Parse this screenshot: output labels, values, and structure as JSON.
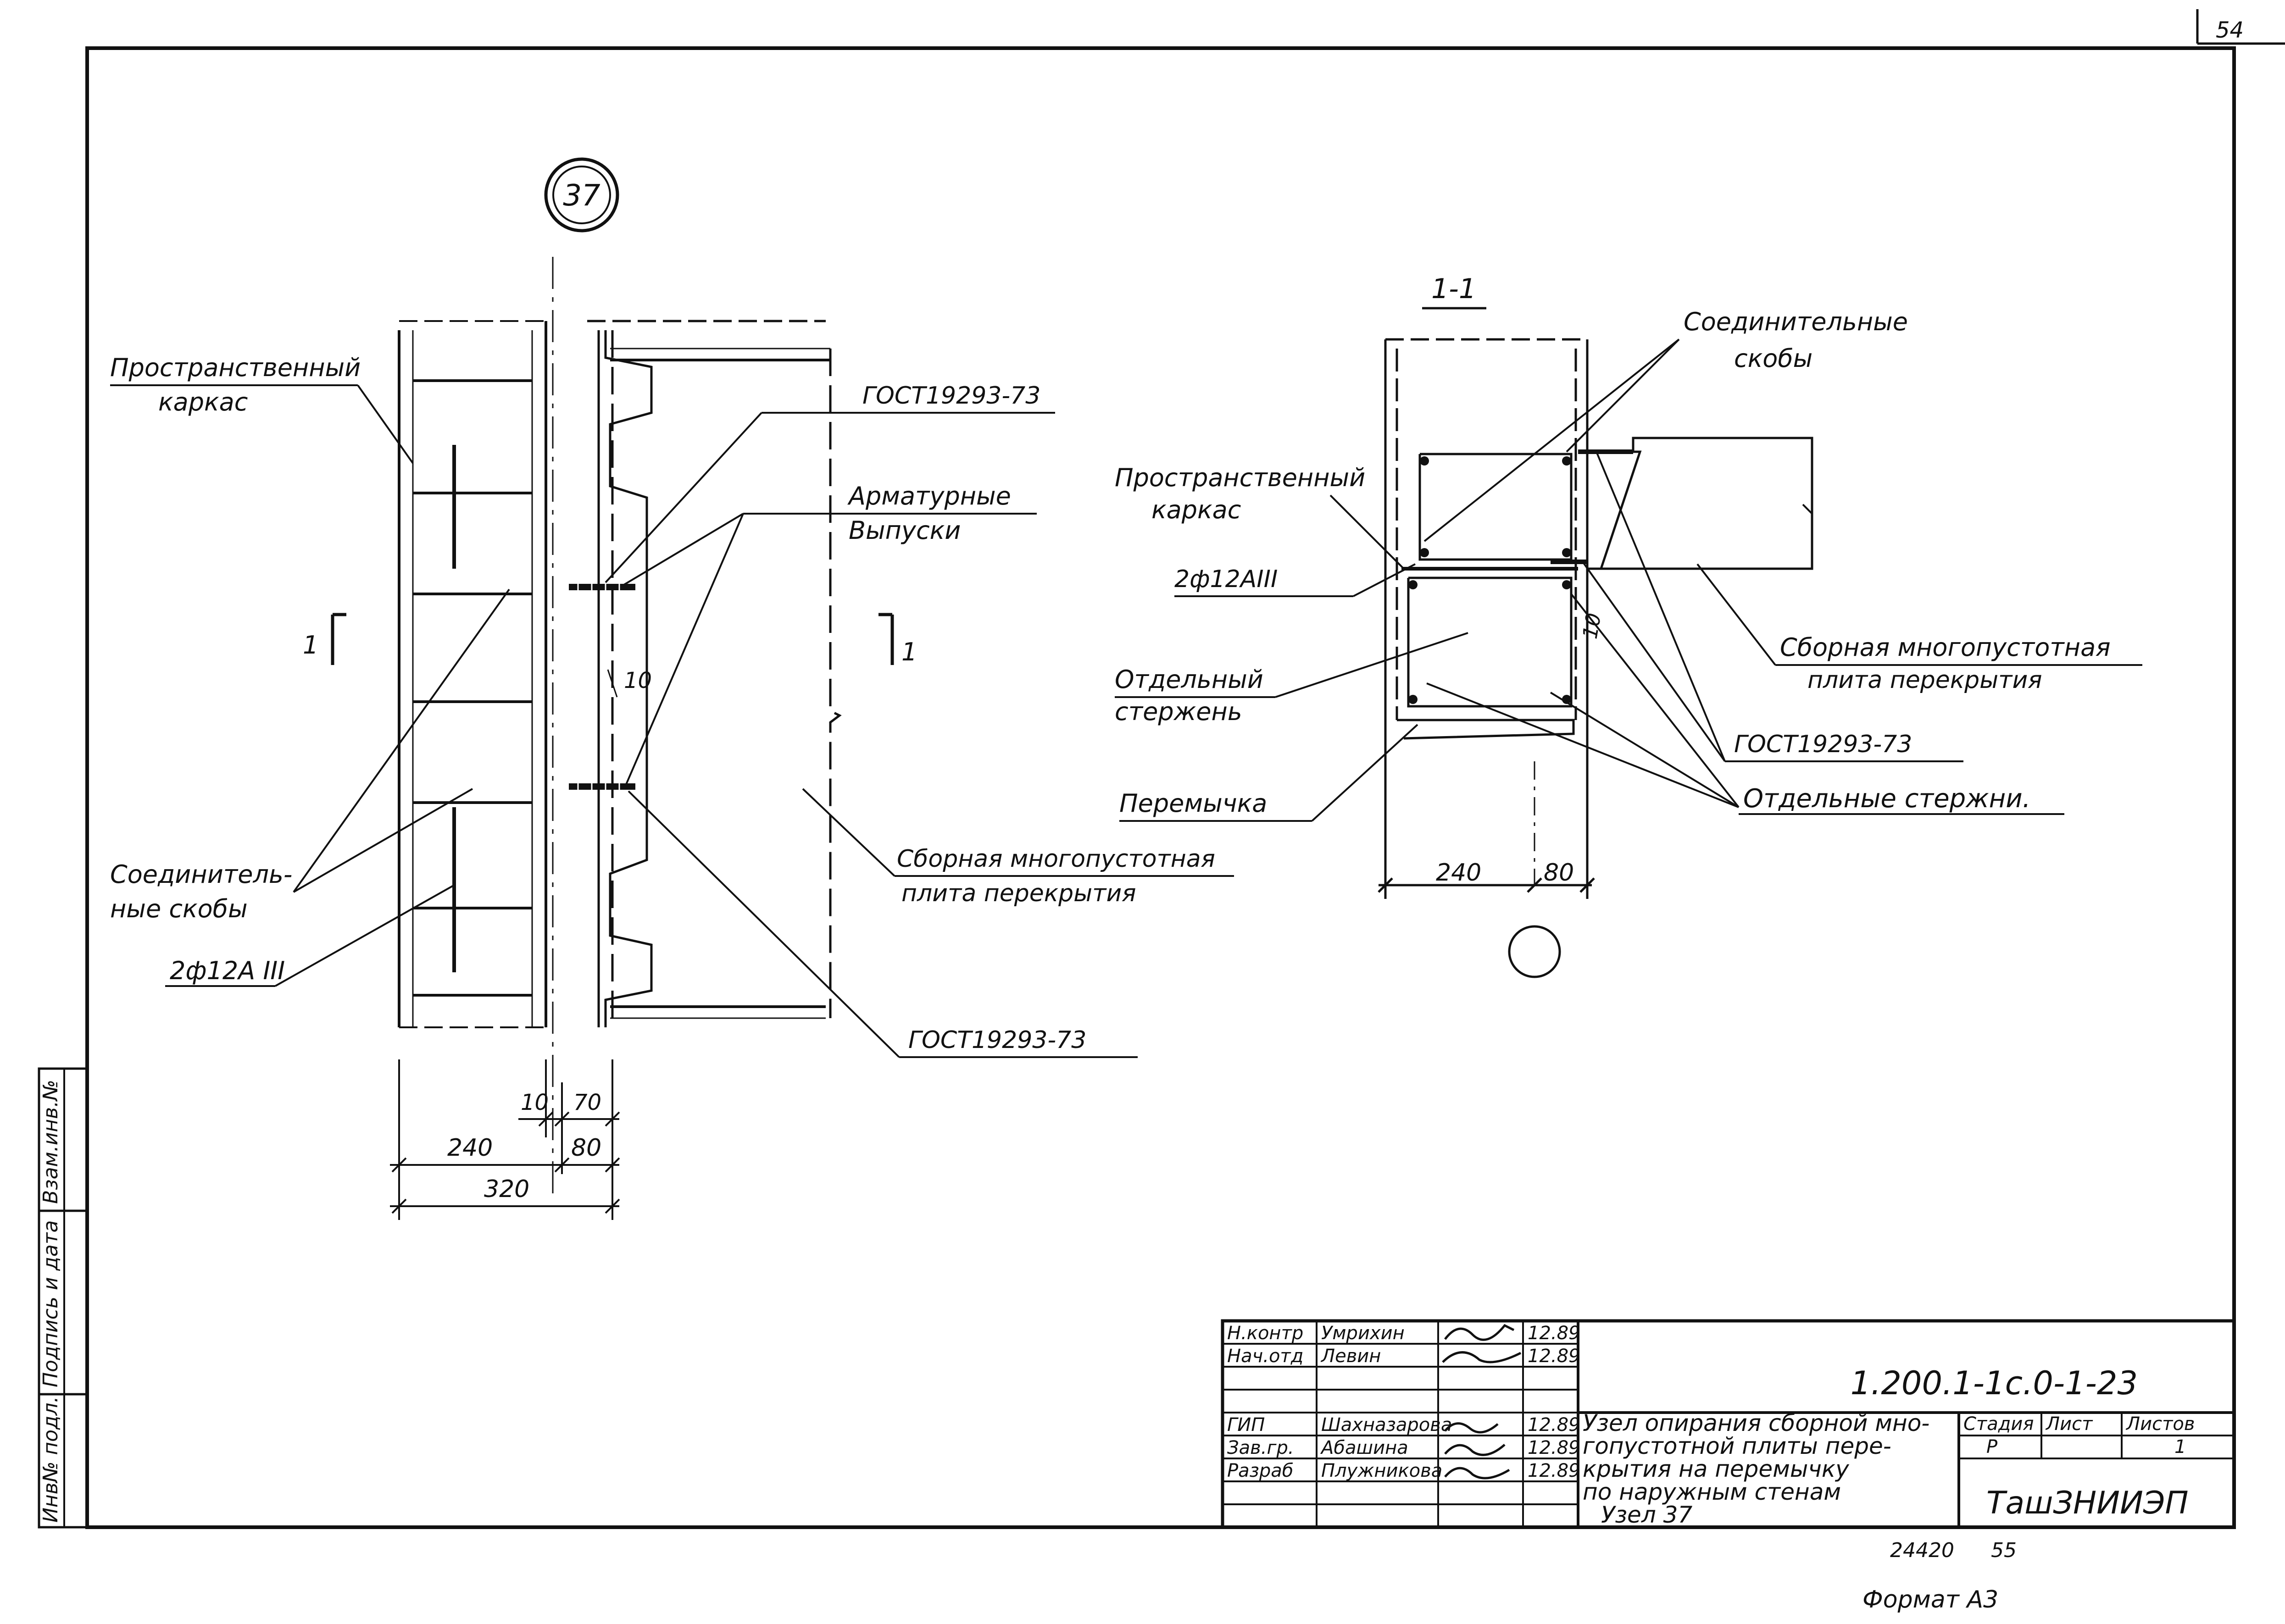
{
  "sheet": {
    "page_number": "54",
    "format_label": "Формат А3",
    "inventory": "24420",
    "copy_number": "55"
  },
  "node": {
    "marker": "37"
  },
  "left_view": {
    "labels": {
      "space_frame_1": "Пространственный",
      "space_frame_2": "каркас",
      "gost_top": "ГОСТ19293-73",
      "rebar_outlets_1": "Арматурные",
      "rebar_outlets_2": "Выпуски",
      "brackets_1": "Соединитель-",
      "brackets_2": "ные скобы",
      "rebar_2phi12": "2ф12А III",
      "slab_1": "Сборная многопустотная",
      "slab_2": "плита перекрытия",
      "gost_bottom": "ГОСТ19293-73",
      "section_left": "1",
      "section_right": "1",
      "dim_10_vertical": "10"
    },
    "dims": {
      "d10": "10",
      "d70": "70",
      "d240": "240",
      "d80": "80",
      "d320": "320"
    }
  },
  "section_view": {
    "title": "1-1",
    "labels": {
      "brackets_1": "Соединительные",
      "brackets_2": "скобы",
      "space_frame_1": "Пространственный",
      "space_frame_2": "каркас",
      "rebar_2phi12": "2ф12АIII",
      "separate_rod_1": "Отдельный",
      "separate_rod_2": "стержень",
      "lintel": "Перемычка",
      "slab_1": "Сборная многопустотная",
      "slab_2": "плита перекрытия",
      "gost": "ГОСТ19293-73",
      "separate_rods": "Отдельные стержни.",
      "dim_10": "10"
    },
    "dims": {
      "d240": "240",
      "d80": "80"
    }
  },
  "side_stamp": {
    "inv_no": "Инв№ подл.",
    "sign_date": "Подпись и дата",
    "replace_inv": "Взам.инв.№"
  },
  "title_block": {
    "doc_code": "1.200.1-1с.0-1-23",
    "rows": [
      {
        "role": "Н.контр",
        "name": "Умрихин",
        "date": "12.89"
      },
      {
        "role": "Нач.отд",
        "name": "Левин",
        "date": "12.89"
      },
      {
        "role": "",
        "name": "",
        "date": ""
      },
      {
        "role": "ГИП",
        "name": "Шахназарова",
        "date": "12.89"
      },
      {
        "role": "Зав.гр.",
        "name": "Абашина",
        "date": "12.89"
      },
      {
        "role": "Разраб",
        "name": "Плужникова",
        "date": "12.89"
      }
    ],
    "description": [
      "Узел опирания сборной мно-",
      "гопустотной плиты пере-",
      "крытия на перемычку",
      "по наружным стенам",
      "Узел 37"
    ],
    "stage_header": "Стадия",
    "sheet_header": "Лист",
    "sheets_header": "Листов",
    "stage": "Р",
    "sheet": "",
    "sheets": "1",
    "organization": "ТашЗНИИЭП"
  }
}
